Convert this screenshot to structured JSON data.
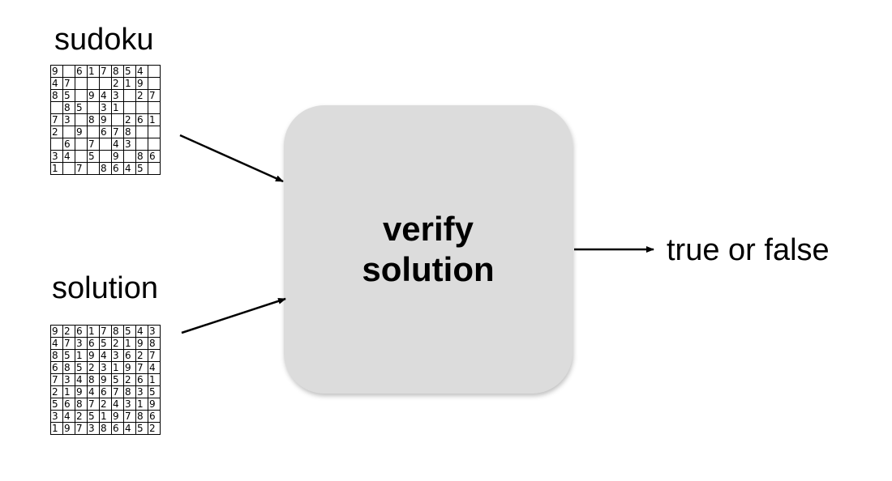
{
  "labels": {
    "sudoku": "sudoku",
    "solution": "solution",
    "process_line1": "verify",
    "process_line2": "solution",
    "result": "true or false"
  },
  "colors": {
    "box_fill": "#dcdcdc",
    "stroke": "#000000"
  },
  "sudoku_grid": [
    [
      "9",
      "",
      "6",
      "1",
      "7",
      "8",
      "5",
      "4",
      ""
    ],
    [
      "4",
      "7",
      "",
      "",
      "",
      "2",
      "1",
      "9",
      ""
    ],
    [
      "8",
      "5",
      "",
      "9",
      "4",
      "3",
      "",
      "2",
      "7"
    ],
    [
      "",
      "8",
      "5",
      "",
      "3",
      "1",
      "",
      "",
      ""
    ],
    [
      "7",
      "3",
      "",
      "8",
      "9",
      "",
      "2",
      "6",
      "1"
    ],
    [
      "2",
      "",
      "9",
      "",
      "6",
      "7",
      "8",
      "",
      ""
    ],
    [
      "",
      "6",
      "",
      "7",
      "",
      "4",
      "3",
      "",
      ""
    ],
    [
      "3",
      "4",
      "",
      "5",
      "",
      "9",
      "",
      "8",
      "6"
    ],
    [
      "1",
      "",
      "7",
      "",
      "8",
      "6",
      "4",
      "5",
      ""
    ]
  ],
  "solution_grid": [
    [
      "9",
      "2",
      "6",
      "1",
      "7",
      "8",
      "5",
      "4",
      "3"
    ],
    [
      "4",
      "7",
      "3",
      "6",
      "5",
      "2",
      "1",
      "9",
      "8"
    ],
    [
      "8",
      "5",
      "1",
      "9",
      "4",
      "3",
      "6",
      "2",
      "7"
    ],
    [
      "6",
      "8",
      "5",
      "2",
      "3",
      "1",
      "9",
      "7",
      "4"
    ],
    [
      "7",
      "3",
      "4",
      "8",
      "9",
      "5",
      "2",
      "6",
      "1"
    ],
    [
      "2",
      "1",
      "9",
      "4",
      "6",
      "7",
      "8",
      "3",
      "5"
    ],
    [
      "5",
      "6",
      "8",
      "7",
      "2",
      "4",
      "3",
      "1",
      "9"
    ],
    [
      "3",
      "4",
      "2",
      "5",
      "1",
      "9",
      "7",
      "8",
      "6"
    ],
    [
      "1",
      "9",
      "7",
      "3",
      "8",
      "6",
      "4",
      "5",
      "2"
    ]
  ]
}
